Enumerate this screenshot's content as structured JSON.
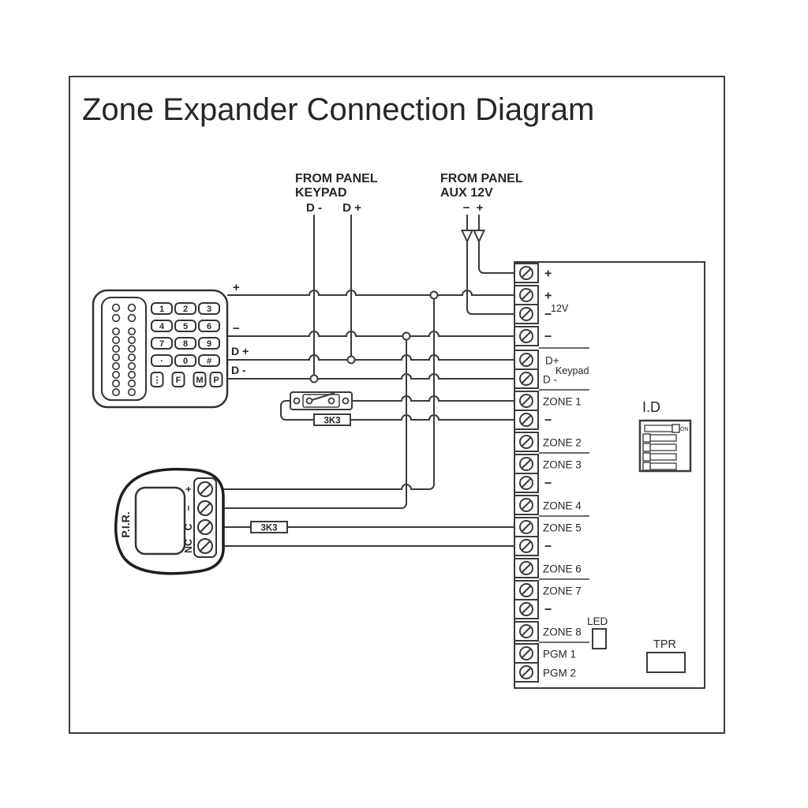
{
  "title": "Zone Expander Connection Diagram",
  "source_labels": {
    "keypad": {
      "line1": "FROM PANEL",
      "line2": "KEYPAD",
      "wire1": "D -",
      "wire2": "D +"
    },
    "aux": {
      "line1": "FROM PANEL",
      "line2": "AUX 12V",
      "wire1": "−",
      "wire2": "+"
    }
  },
  "keypad_device": {
    "bus_labels": [
      "+",
      "−",
      "D +",
      "D -"
    ],
    "button_rows": [
      [
        "1",
        "2",
        "3"
      ],
      [
        "4",
        "5",
        "6"
      ],
      [
        "7",
        "8",
        "9"
      ],
      [
        "·",
        "0",
        "#"
      ]
    ],
    "function_buttons": [
      "⋮",
      "F",
      "M",
      "P"
    ]
  },
  "pir": {
    "name": "P.I.R.",
    "terminals": [
      "+",
      "−",
      "C",
      "NC"
    ]
  },
  "resistor1": "3K3",
  "resistor2": "3K3",
  "board": {
    "terminals": [
      "+",
      "+",
      "−",
      "−",
      "D+",
      "D -",
      "ZONE 1",
      "−",
      "ZONE 2",
      "ZONE 3",
      "−",
      "ZONE 4",
      "ZONE 5",
      "−",
      "ZONE 6",
      "ZONE 7",
      "−",
      "ZONE 8",
      "PGM 1",
      "PGM 2"
    ],
    "aux_label": "12V",
    "keypad_label": "Keypad",
    "id_label": "I.D",
    "dip_on": "ON",
    "led_label": "LED",
    "tpr_label": "TPR"
  }
}
